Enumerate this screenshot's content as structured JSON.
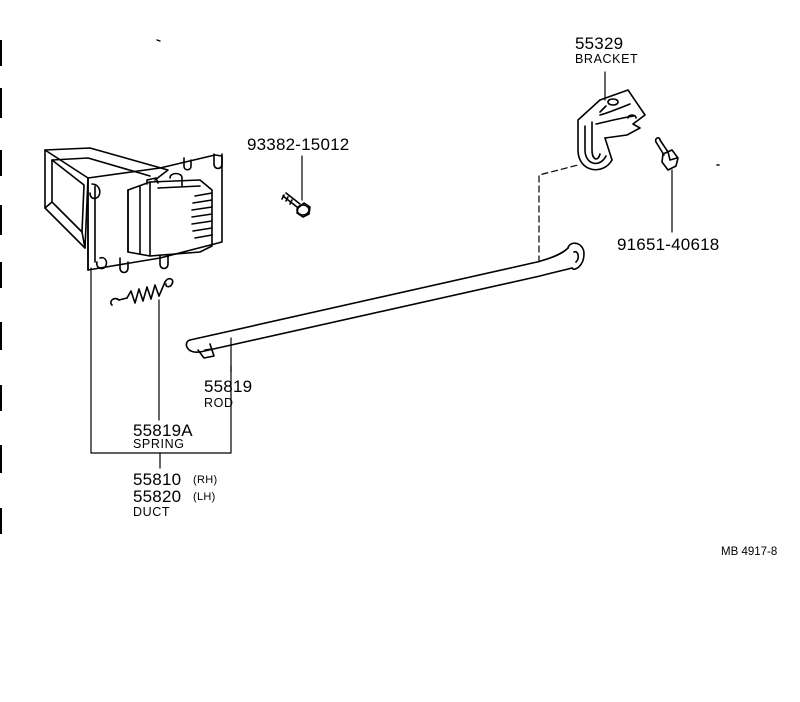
{
  "parts": {
    "bracket": {
      "number": "55329",
      "name": "BRACKET"
    },
    "bolt": {
      "number": "93382-15012"
    },
    "screw": {
      "number": "91651-40618"
    },
    "rod": {
      "number": "55819",
      "name": "ROD"
    },
    "spring": {
      "number": "55819A",
      "name": "SPRING"
    },
    "duct_rh": {
      "number": "55810",
      "suffix": "(RH)"
    },
    "duct_lh": {
      "number": "55820",
      "suffix": "(LH)"
    },
    "duct": {
      "name": "DUCT"
    }
  },
  "figure_code": "MB 4917-8",
  "colors": {
    "ink": "#000000",
    "paper": "#ffffff"
  }
}
